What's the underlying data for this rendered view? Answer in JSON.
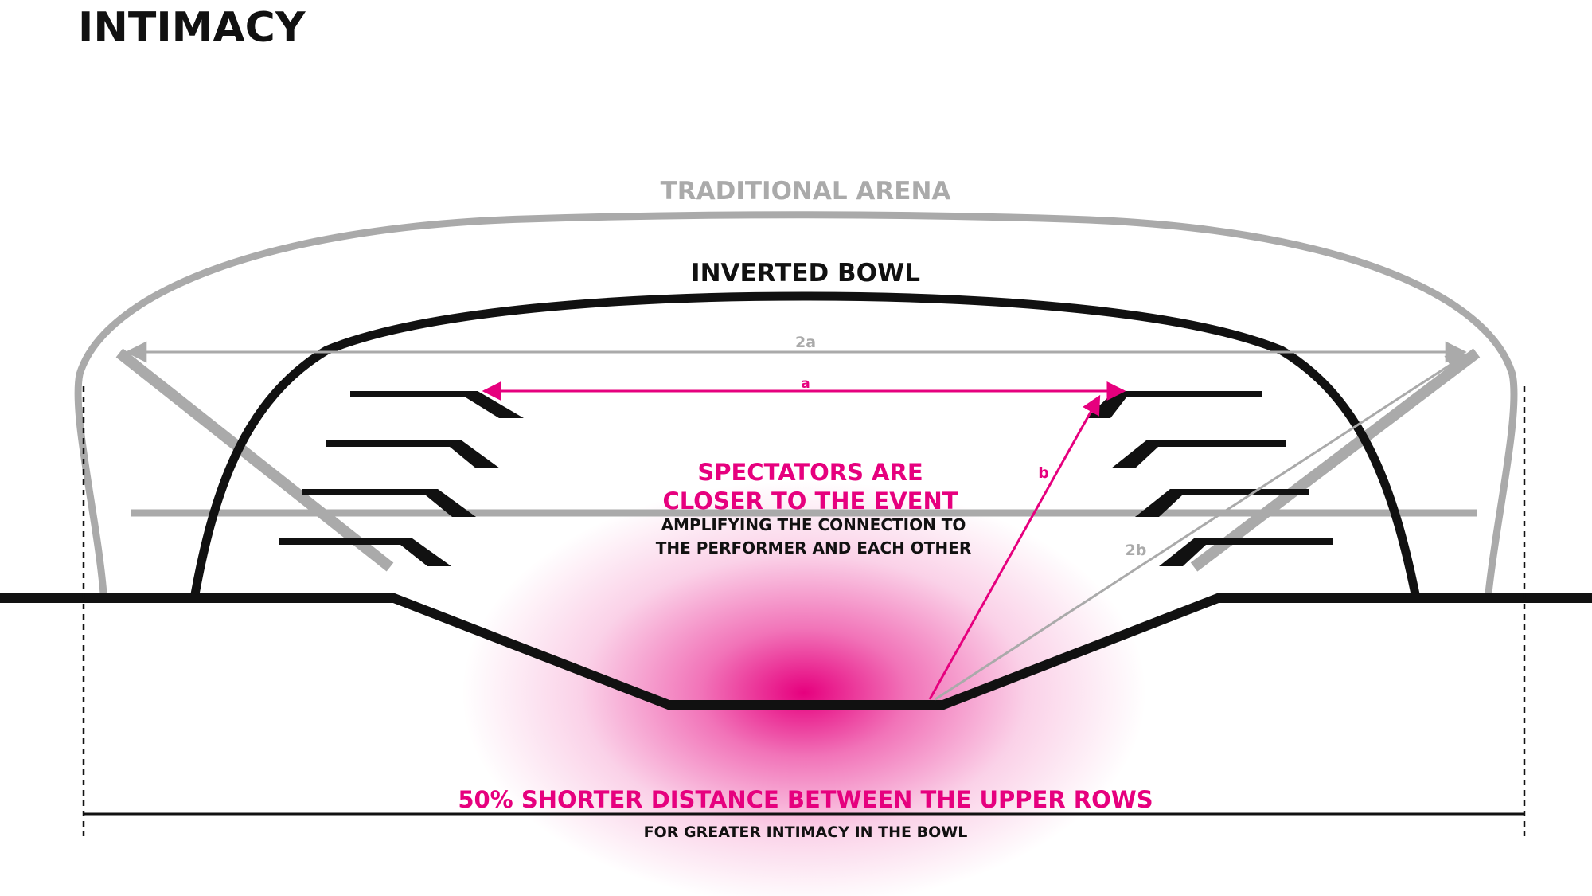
{
  "title": "INTIMACY",
  "labels": {
    "traditional_arena": "TRADITIONAL ARENA",
    "inverted_bowl": "INVERTED BOWL",
    "dim_2a": "2a",
    "dim_a": "a",
    "dim_b": "b",
    "dim_2b": "2b"
  },
  "center_text": {
    "line1": "SPECTATORS ARE",
    "line2": "CLOSER TO THE EVENT",
    "line3": "AMPLIFYING THE CONNECTION TO",
    "line4": "THE PERFORMER AND EACH OTHER"
  },
  "bottom_text": {
    "headline": "50% SHORTER DISTANCE BETWEEN THE UPPER ROWS",
    "subline": "FOR GREATER INTIMACY IN THE BOWL"
  },
  "colors": {
    "accent": "#e6007e",
    "gray": "#aaaaaa",
    "black": "#111111"
  }
}
